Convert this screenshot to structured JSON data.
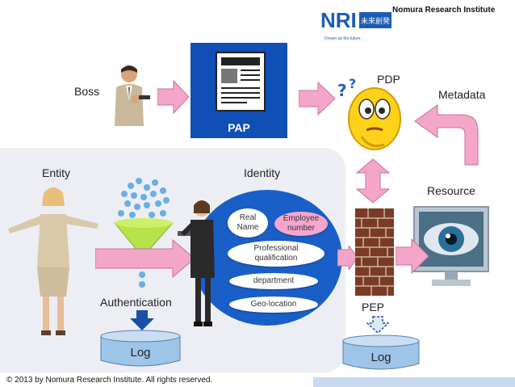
{
  "header": {
    "org_name": "Nomura Research Institute",
    "logo_text": "NRI",
    "logo_tagline_jp": "未来創発",
    "logo_slogan": "Dream up the future."
  },
  "labels": {
    "boss": "Boss",
    "pap": "PAP",
    "pdp": "PDP",
    "metadata": "Metadata",
    "entity": "Entity",
    "identity": "Identity",
    "resource": "Resource",
    "authentication": "Authentication",
    "pep": "PEP",
    "log_left": "Log",
    "log_right": "Log"
  },
  "identity_attributes": {
    "real_name": "Real\nName",
    "employee_number": "Employee\nnumber",
    "professional_qualification": "Professional\nqualification",
    "department": "department",
    "geo_location": "Geo-location"
  },
  "footer": {
    "copyright": "© 2013 by Nomura Research Institute. All rights reserved."
  },
  "colors": {
    "arrow_pink": "#f4a6c8",
    "pap_blue": "#0f4fb6",
    "identity_blue": "#1a5fc8",
    "employee_oval": "#f5a6cf",
    "funnel_green": "#b6e24a",
    "auth_arrow_blue": "#1a4fa8",
    "log_blue": "#9ec4e8",
    "panel_gray": "#eceef4"
  }
}
